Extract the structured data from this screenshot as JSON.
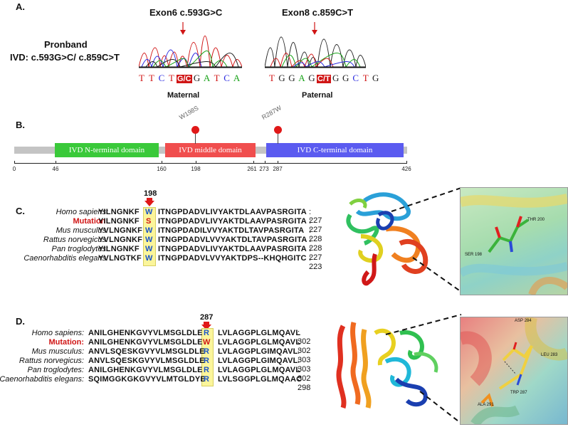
{
  "panelA": {
    "label": "A.",
    "proband_title": "Pronband",
    "proband_genotype": "IVD: c.593G>C/ c.859C>T",
    "exon6": {
      "title": "Exon6 c.593G>C",
      "seq_before": [
        "T",
        "T",
        "C",
        "T"
      ],
      "variant": "G/C",
      "seq_after": [
        "G",
        "A",
        "T",
        "C",
        "A"
      ],
      "origin": "Maternal"
    },
    "exon8": {
      "title": "Exon8 c.859C>T",
      "seq_before": [
        "T",
        "G",
        "G",
        "A",
        "G"
      ],
      "variant": "C/T",
      "seq_after": [
        "G",
        "G",
        "C",
        "T",
        "G"
      ],
      "origin": "Paternal"
    }
  },
  "panelB": {
    "label": "B.",
    "domains": [
      {
        "name": "IVD N-terminal domain",
        "start": 46,
        "end": 160,
        "color": "#3ac93a"
      },
      {
        "name": "IVD middle domain",
        "start": 160,
        "end": 261,
        "color": "#f04e4e"
      },
      {
        "name": "IVD C-terminal domain",
        "start": 273,
        "end": 426,
        "color": "#5b5bf0"
      }
    ],
    "length": 426,
    "ticks": [
      "0",
      "46",
      "160",
      "198",
      "261",
      "273",
      "287",
      "426"
    ],
    "mutations": [
      {
        "label": "W198S",
        "position": 198
      },
      {
        "label": "R287W",
        "position": 287
      }
    ]
  },
  "panelC": {
    "label": "C.",
    "position_label": "198",
    "rows": [
      {
        "species": "Homo sapiens:",
        "pre": "YILNGNKF",
        "res": "W",
        "post": "ITNGPDADVLIVYAKTDLAAVPASRGITA",
        "len": ": 227"
      },
      {
        "species": "Mutation:",
        "pre": "YILNGNKF",
        "res": "S",
        "post": "ITNGPDADVLIVYAKTDLAAVPASRGITA",
        "len": ": 227",
        "is_mutation": true
      },
      {
        "species": "Mus musculus:",
        "pre": "YVLNGNKF",
        "res": "W",
        "post": "ITNGPDADILVVYAKTDLTAVPASRGITA",
        "len": ": 228"
      },
      {
        "species": "Rattus norvegicus:",
        "pre": "YVLNGNKF",
        "res": "W",
        "post": "ITNGPDADVLVVYAKTDLTAVPASRGITA",
        "len": ": 228"
      },
      {
        "species": "Pan troglodytes:",
        "pre": "YILNGNKF",
        "res": "W",
        "post": "ITNGPDADVLIVYAKTDLAAVPASRGITA",
        "len": ": 227"
      },
      {
        "species": "Caenorhabditis elegans:",
        "pre": "YVLNGTKF",
        "res": "W",
        "post": "ITNGPDADVLVVYAKTDPS--KHQHGITC",
        "len": ": 223"
      }
    ],
    "zoom_labels": [
      "THR 200",
      "SER 198"
    ]
  },
  "panelD": {
    "label": "D.",
    "position_label": "287",
    "rows": [
      {
        "species": "Homo sapiens:",
        "pre": "ANILGHENKGVYVLMSGLDLE",
        "res": "R",
        "post": "LVLAGGPLGLMQAVL",
        "len": ": 302"
      },
      {
        "species": "Mutation:",
        "pre": "ANILGHENKGVYVLMSGLDLE",
        "res": "W",
        "post": "LVLAGGPLGLMQAVL",
        "len": ": 302",
        "is_mutation": true
      },
      {
        "species": "Mus musculus:",
        "pre": "ANVLSQESKGVYVLMSGLDLE",
        "res": "R",
        "post": "LVLAGGPLGIMQAVL",
        "len": ": 303"
      },
      {
        "species": "Rattus norvegicus:",
        "pre": "ANVLSQESKGVYVLMSGLDLE",
        "res": "R",
        "post": "LVLAGGPLGIMQAVL",
        "len": ": 303"
      },
      {
        "species": "Pan troglodytes:",
        "pre": "ANILGHENKGVYVLMSGLDLE",
        "res": "R",
        "post": "LVLAGGPLGLMQAVL",
        "len": ": 302"
      },
      {
        "species": "Caenorhabditis elegans:",
        "pre": "SQIMGGKGKGVYVLMTGLDYE",
        "res": "R",
        "post": "LVLSGGPLGLMQAAC",
        "len": ": 298"
      }
    ],
    "zoom_labels": [
      "ASP 284",
      "LEU 283",
      "TRP 287",
      "ALA 291"
    ]
  }
}
